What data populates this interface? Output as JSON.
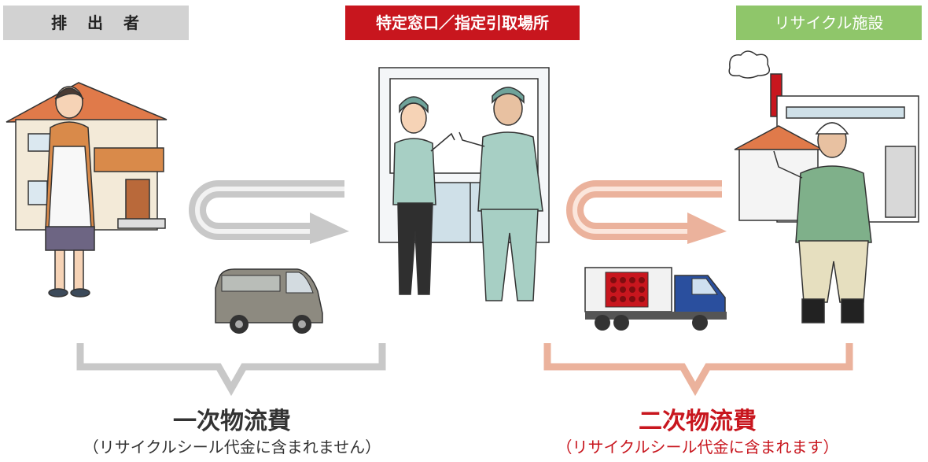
{
  "steps": {
    "discharger": "排出者",
    "collection_point": "特定窓口／指定引取場所",
    "recycling_facility": "リサイクル施設"
  },
  "costs": {
    "primary": {
      "title": "一次物流費",
      "note": "（リサイクルシール代金に含まれません）",
      "color": "#333333"
    },
    "secondary": {
      "title": "二次物流費",
      "note": "（リサイクルシール代金に含まれます）",
      "color": "#c8161e"
    }
  },
  "colors": {
    "gray_arrow": "#c8c8c8",
    "salmon_arrow": "#ebb29c",
    "left_badge": "#d2d2d2",
    "center_badge": "#c8161e",
    "right_badge": "#8fc66a"
  }
}
